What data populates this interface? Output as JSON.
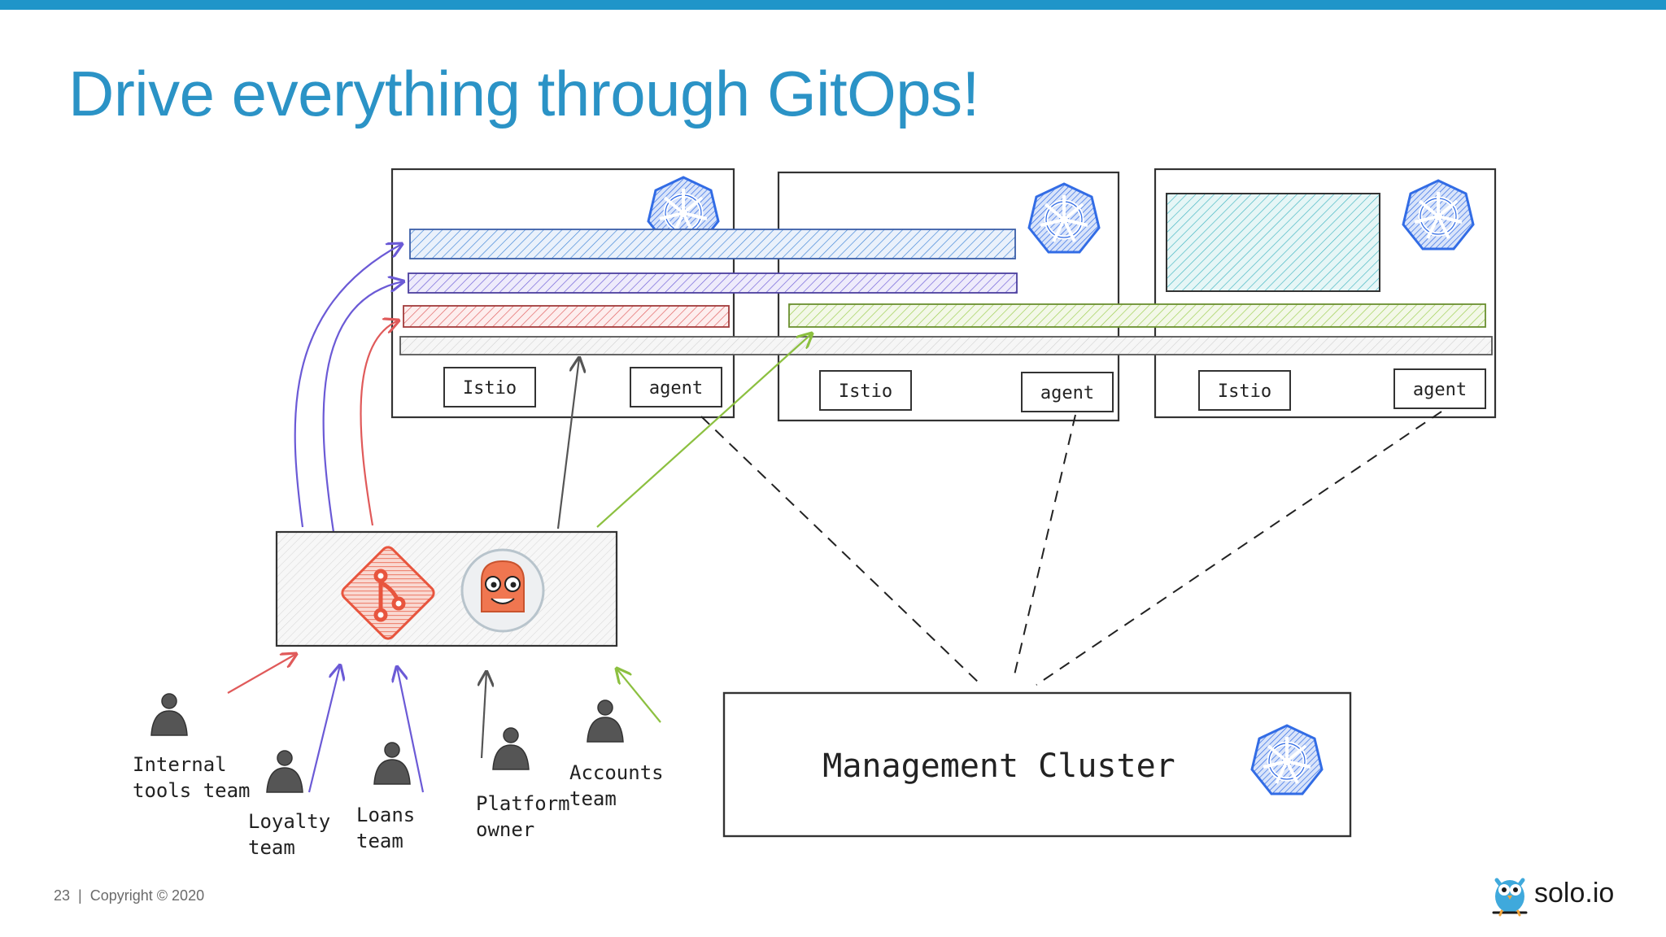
{
  "slide": {
    "title": "Drive everything through GitOps!",
    "page_number": "23",
    "copyright": "Copyright © 2020"
  },
  "brand": {
    "name": "solo.io",
    "icon": "owl-logo-icon"
  },
  "clusters": [
    {
      "id": "cluster-1",
      "components": [
        "Istio",
        "agent"
      ],
      "icon": "kubernetes-icon"
    },
    {
      "id": "cluster-2",
      "components": [
        "Istio",
        "agent"
      ],
      "icon": "kubernetes-icon"
    },
    {
      "id": "cluster-3",
      "components": [
        "Istio",
        "agent"
      ],
      "icon": "kubernetes-icon"
    }
  ],
  "management": {
    "label": "Management Cluster",
    "icon": "kubernetes-icon"
  },
  "gitops_box": {
    "icons": [
      "git-icon",
      "argo-icon"
    ]
  },
  "teams": [
    {
      "label_lines": [
        "Internal",
        "tools team"
      ]
    },
    {
      "label_lines": [
        "Loyalty",
        "team"
      ]
    },
    {
      "label_lines": [
        "Loans",
        "team"
      ]
    },
    {
      "label_lines": [
        "Platform",
        "owner"
      ]
    },
    {
      "label_lines": [
        "Accounts",
        "team"
      ]
    }
  ],
  "colors": {
    "title": "#2b93c6",
    "topbar": "#1f95c9",
    "blue_lane": "#3b82d6",
    "purple_lane": "#6b5ad6",
    "red_lane": "#e05a5a",
    "green_lane": "#8cc040",
    "teal_block": "#3fb5c0",
    "kubernetes": "#326ce5"
  }
}
